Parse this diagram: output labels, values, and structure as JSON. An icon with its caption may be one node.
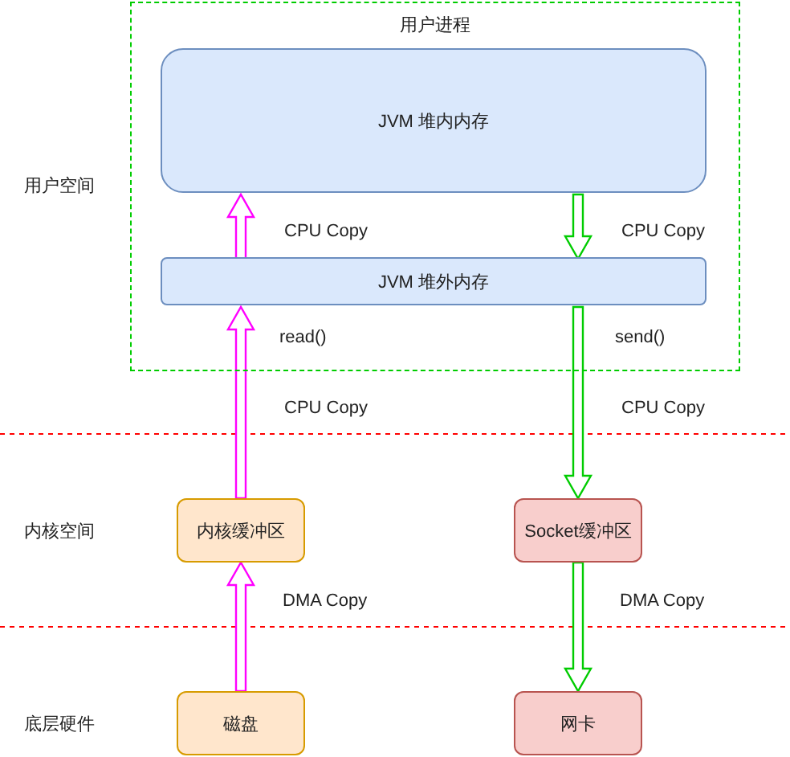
{
  "diagram": {
    "nodes": [
      {
        "text": [
          "用户进程"
        ]
      },
      {
        "text": [
          "JVM 堆内内存"
        ],
        "in": 0
      },
      {
        "text": [
          "JVM 堆外内存"
        ],
        "in": 0
      },
      {
        "text": [
          "内核缓冲区"
        ]
      },
      {
        "text": [
          "Socket缓冲区"
        ]
      },
      {
        "text": [
          "磁盘"
        ]
      },
      {
        "text": [
          "网卡"
        ]
      }
    ],
    "edges": [
      {
        "from": 2,
        "to": 1,
        "arrow": "to",
        "label": "CPU Copy",
        "color": "#ff00ff"
      },
      {
        "from": 1,
        "to": 2,
        "arrow": "to",
        "label": "CPU Copy",
        "color": "#00cc00"
      },
      {
        "from": 3,
        "to": 2,
        "arrow": "to",
        "label": "CPU Copy",
        "color": "#ff00ff"
      },
      {
        "from": 2,
        "to": 4,
        "arrow": "to",
        "label": "CPU Copy",
        "color": "#00cc00"
      },
      {
        "from": 5,
        "to": 3,
        "arrow": "to",
        "label": "DMA Copy",
        "color": "#ff00ff"
      },
      {
        "from": 4,
        "to": 6,
        "arrow": "to",
        "label": "DMA Copy",
        "color": "#00cc00"
      }
    ],
    "labels": [
      "用户空间",
      "read()",
      "send()",
      "内核空间",
      "底层硬件"
    ]
  }
}
